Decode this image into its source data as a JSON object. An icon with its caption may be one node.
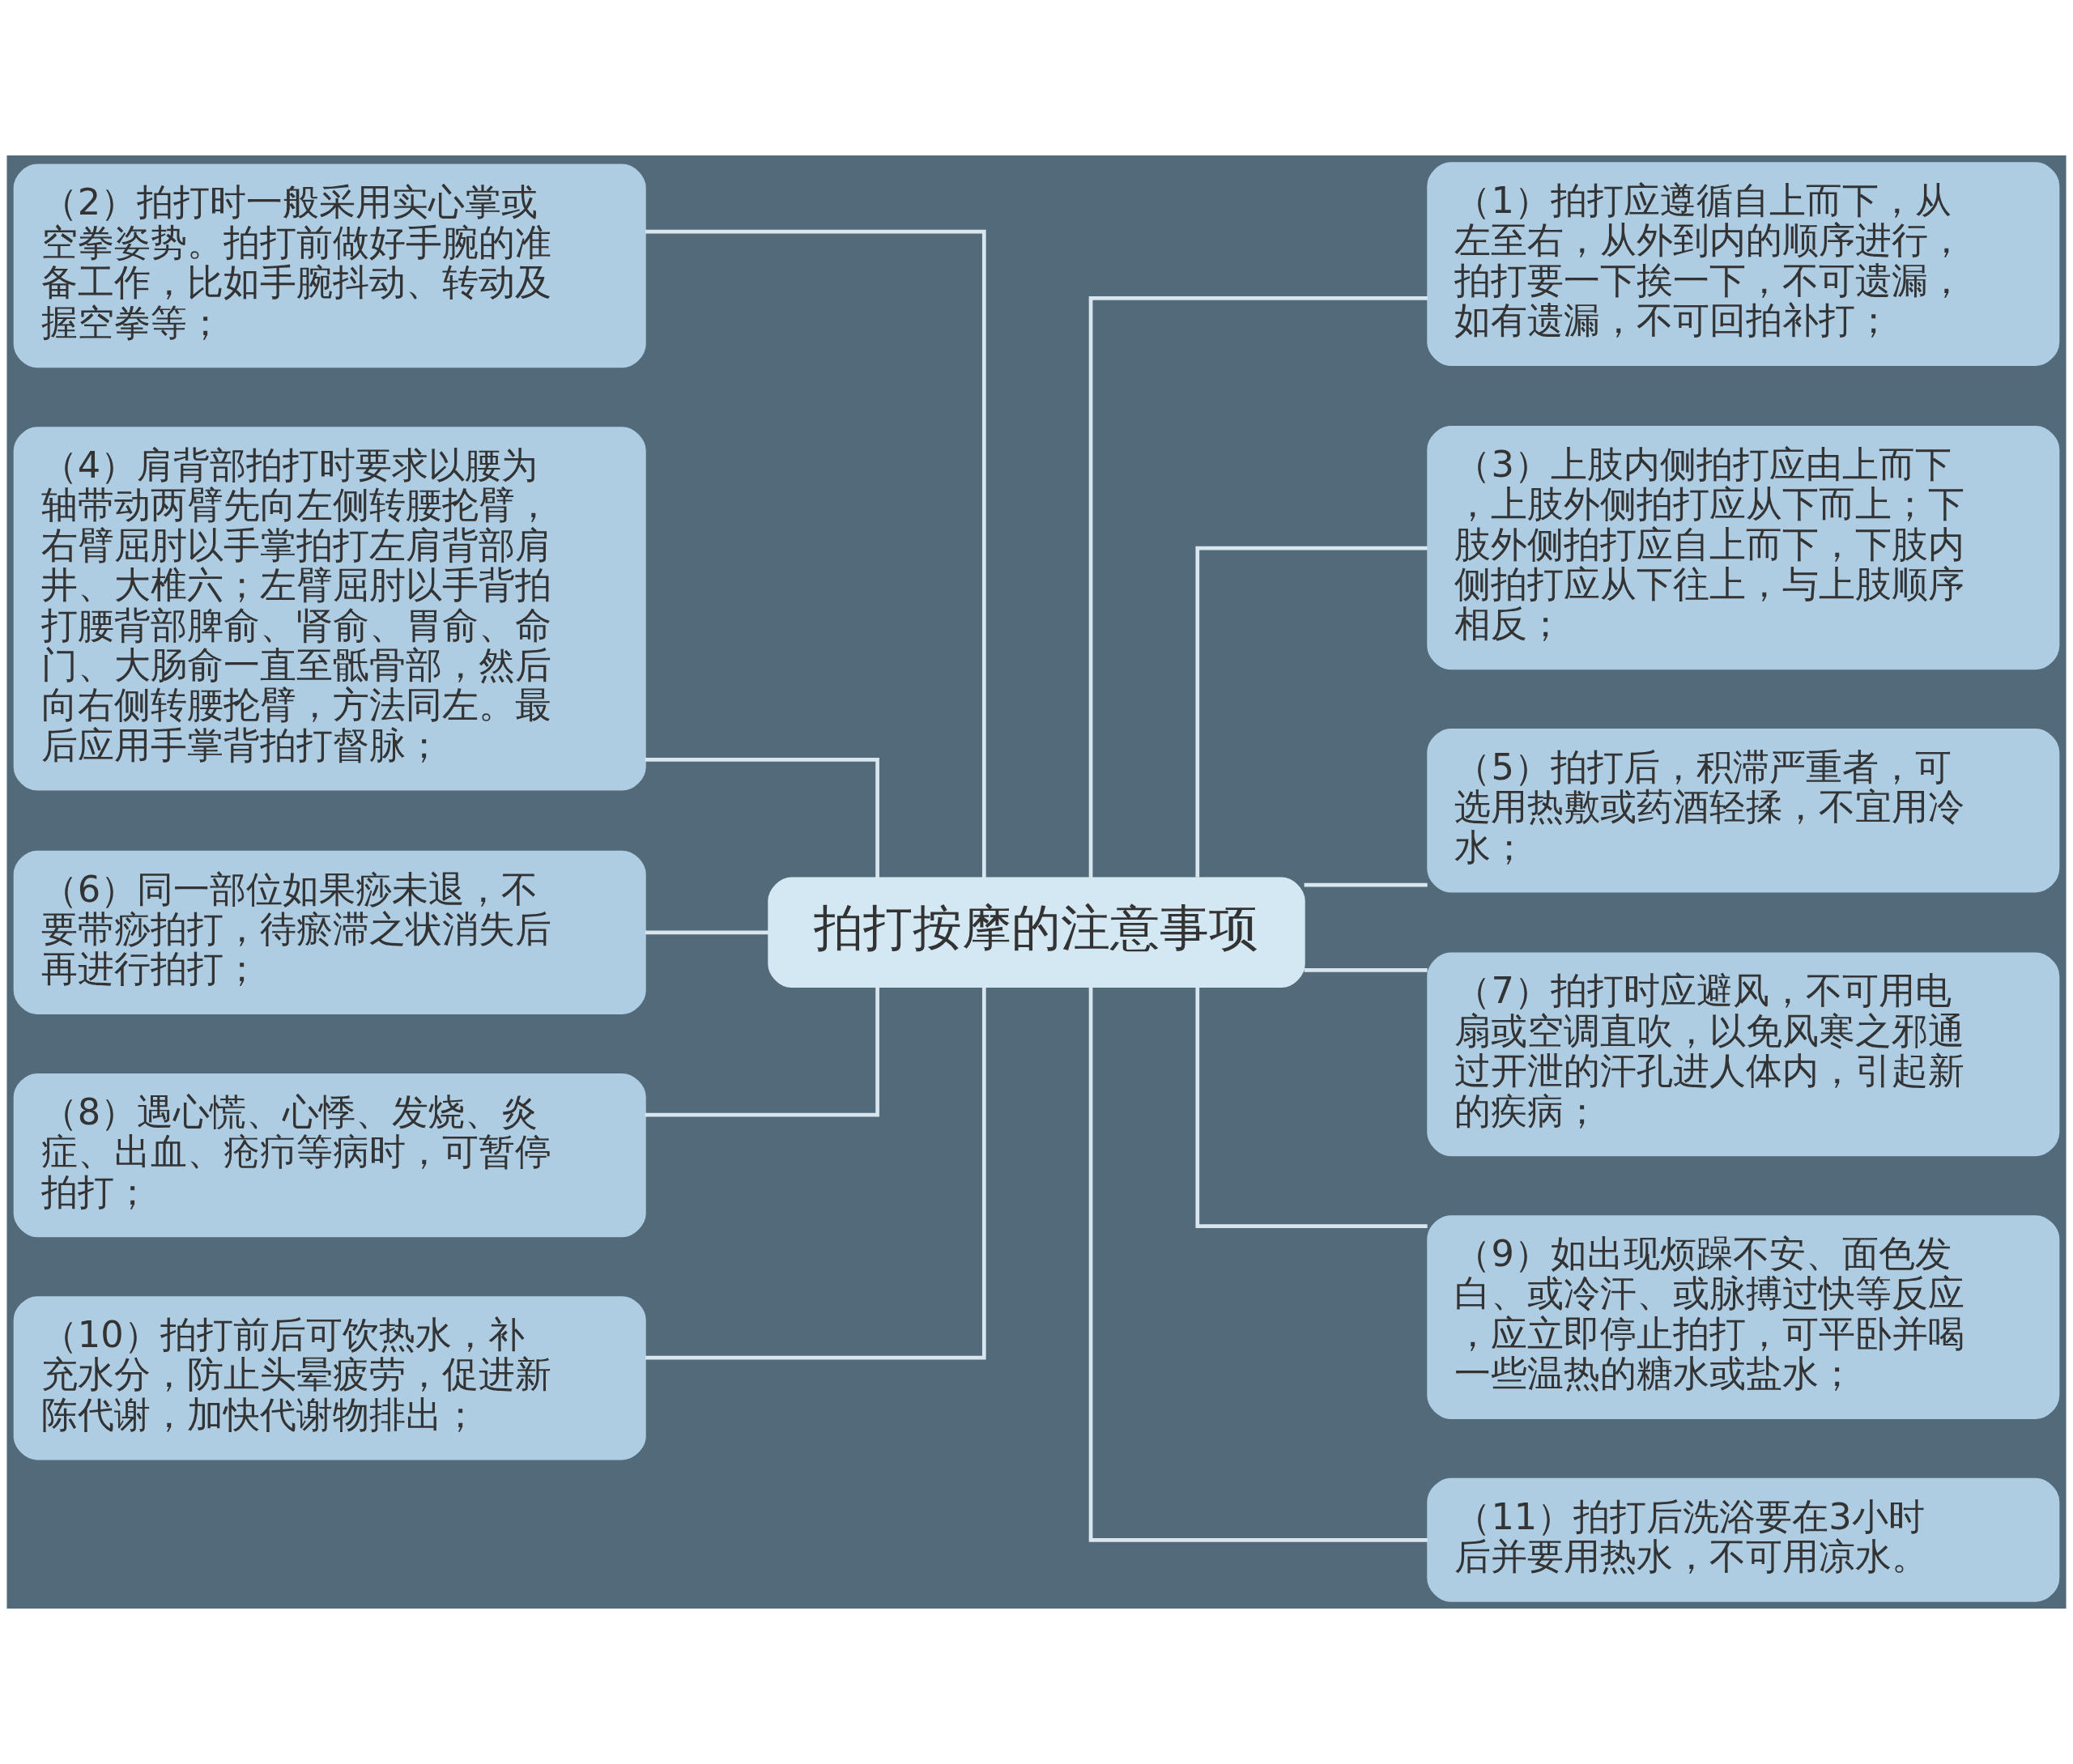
{
  "diagram": {
    "nodes": [
      {
        "text": [
          "拍打按摩的注意事项"
        ]
      },
      {
        "text": [
          "（1）拍打应遵循自上而下，从左至右，从外到内的顺序进行，拍打要一下挨一下，不可遗漏，如有遗漏，不可回拍补打；"
        ]
      },
      {
        "text": [
          "（2）拍打时一般采用实心掌或空拳姿势。拍打前做好手腕的准备工作，比如手腕抖动、转动及握空拳等；"
        ]
      },
      {
        "text": [
          "（3）上肢内侧拍打应由上而下，上肢外侧拍打应从下而上；下肢外侧拍打应自上而下，下肢内侧拍打应从下往上，与上肢顺序相反；"
        ]
      },
      {
        "text": [
          "（4）肩背部拍打时要求以腰为轴带动两臂先向左侧转腰抡臂，右臂屈肘以手掌拍打左肩背部肩井、大椎六；左臂屈肘以手背拍打腰背部脾俞、肾俞、胃俞、命门、大肠俞一直至骶骨部，然后向右侧转腰抡臂，方法同左。最后应用手掌背拍打督脉；"
        ]
      },
      {
        "text": [
          "（5）拍打后，积滞严重者，可选用热敷或药酒轻揉，不宜用冷水；"
        ]
      },
      {
        "text": [
          "（6）同一部位如果痧未退，不要带痧拍打，待瘀滞之状消失后再进行拍打；"
        ]
      },
      {
        "text": [
          "（7）拍打时应避风，不可用电扇或空调直吹，以免风寒之邪通过开泄的汗孔进人体内，引起新的疾病；"
        ]
      },
      {
        "text": [
          "（8）遇心慌、心悸、发烧、炎症、出血、疮疖等病时，可暂停拍打；"
        ]
      },
      {
        "text": [
          "（9）如出现烦躁不安、面色发白、或冷汗、或脉搏过快等反应，应立即停止拍打，可平卧并喝一些温热的糖水或盐水；"
        ]
      },
      {
        "text": [
          "（10）拍打前后可饮热水，补充水分，防止头晕疲劳，促进新陈代谢，加快代谢物排出；"
        ]
      },
      {
        "text": [
          "（11）拍打后洗浴要在3小时后并要用热水，不可用凉水。"
        ]
      }
    ],
    "edges": [
      {
        "from": 0,
        "to": 1,
        "arrow": "none"
      },
      {
        "from": 0,
        "to": 2,
        "arrow": "none"
      },
      {
        "from": 0,
        "to": 3,
        "arrow": "none"
      },
      {
        "from": 0,
        "to": 4,
        "arrow": "none"
      },
      {
        "from": 0,
        "to": 5,
        "arrow": "none"
      },
      {
        "from": 0,
        "to": 6,
        "arrow": "none"
      },
      {
        "from": 0,
        "to": 7,
        "arrow": "none"
      },
      {
        "from": 0,
        "to": 8,
        "arrow": "none"
      },
      {
        "from": 0,
        "to": 9,
        "arrow": "none"
      },
      {
        "from": 0,
        "to": 10,
        "arrow": "none"
      },
      {
        "from": 0,
        "to": 11,
        "arrow": "none"
      }
    ]
  }
}
